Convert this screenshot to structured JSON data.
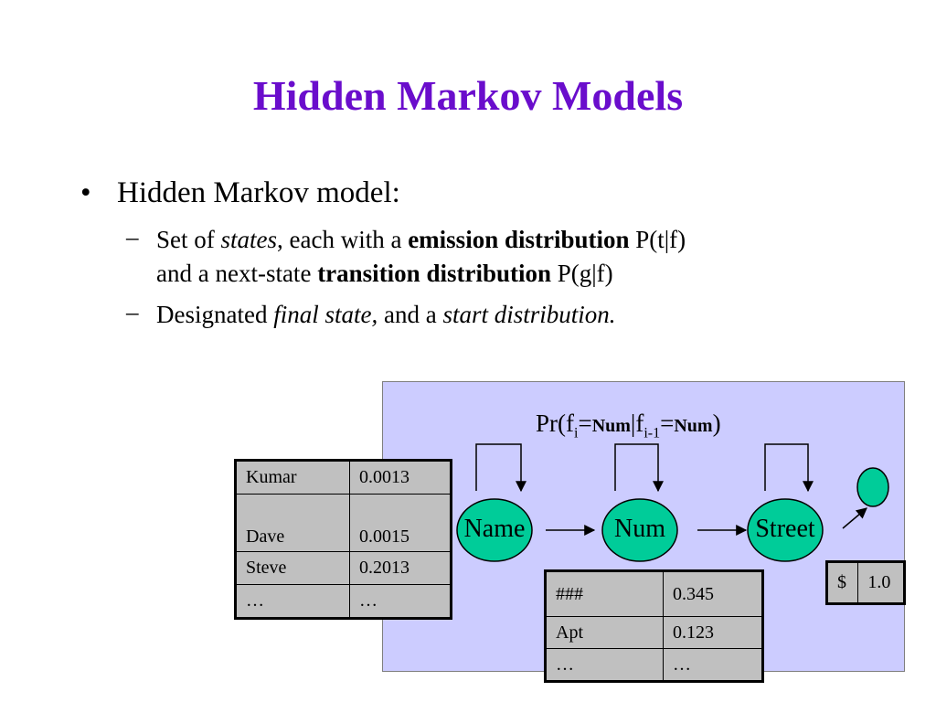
{
  "slide": {
    "title": "Hidden Markov Models",
    "bullet": "Hidden Markov model:",
    "sub1": {
      "t1": "Set of ",
      "t2": "states",
      "t3": ", each with a ",
      "t4": "emission distribution",
      "t5": " P(t|f)",
      "t6": "and a next-state ",
      "t7": "transition distribution",
      "t8": " P(g|f)"
    },
    "sub2": {
      "t1": "Designated ",
      "t2": "final state,",
      "t3": " and a ",
      "t4": "start distribution."
    },
    "bullet_symbol": "•",
    "dash_symbol": "–"
  },
  "diagram": {
    "formula": {
      "pr": "Pr(f",
      "i": "i",
      "eq1": "=",
      "num1": "Num",
      "bar": "|f",
      "im1": "i-1",
      "eq2": "=",
      "num2": "Num",
      "close": ")"
    },
    "states": [
      "Name",
      "Num",
      "Street"
    ],
    "colors": {
      "state_fill": "#00cc99",
      "panel": "#ccccff",
      "title": "#6a0dcc",
      "table_bg": "#c0c0c0"
    },
    "name_table": [
      [
        "Kumar",
        "0.0013"
      ],
      [
        "Dave",
        "0.0015"
      ],
      [
        "Steve",
        "0.2013"
      ],
      [
        "…",
        "…"
      ]
    ],
    "num_table": [
      [
        "###",
        "0.345"
      ],
      [
        "Apt",
        "0.123"
      ],
      [
        "…",
        "…"
      ]
    ],
    "final_table": [
      [
        "$",
        "1.0"
      ]
    ]
  }
}
